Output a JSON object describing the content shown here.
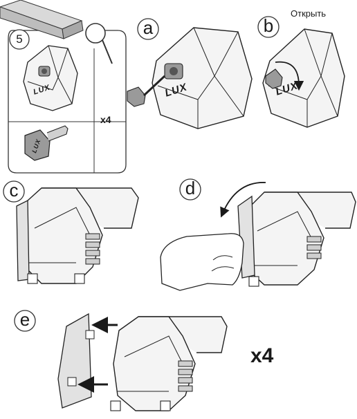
{
  "panel": {
    "step_number": "5",
    "multiplier": "x4"
  },
  "steps": {
    "a": "a",
    "b": "b",
    "c": "c",
    "d": "d",
    "e": "e"
  },
  "labels": {
    "open": "Открыть",
    "multiplier_final": "x4"
  },
  "logo_text": "LUX",
  "icons": [
    "magnifier-icon",
    "key-icon",
    "lock-icon",
    "rotation-arrow-icon",
    "push-arrow-icon"
  ]
}
